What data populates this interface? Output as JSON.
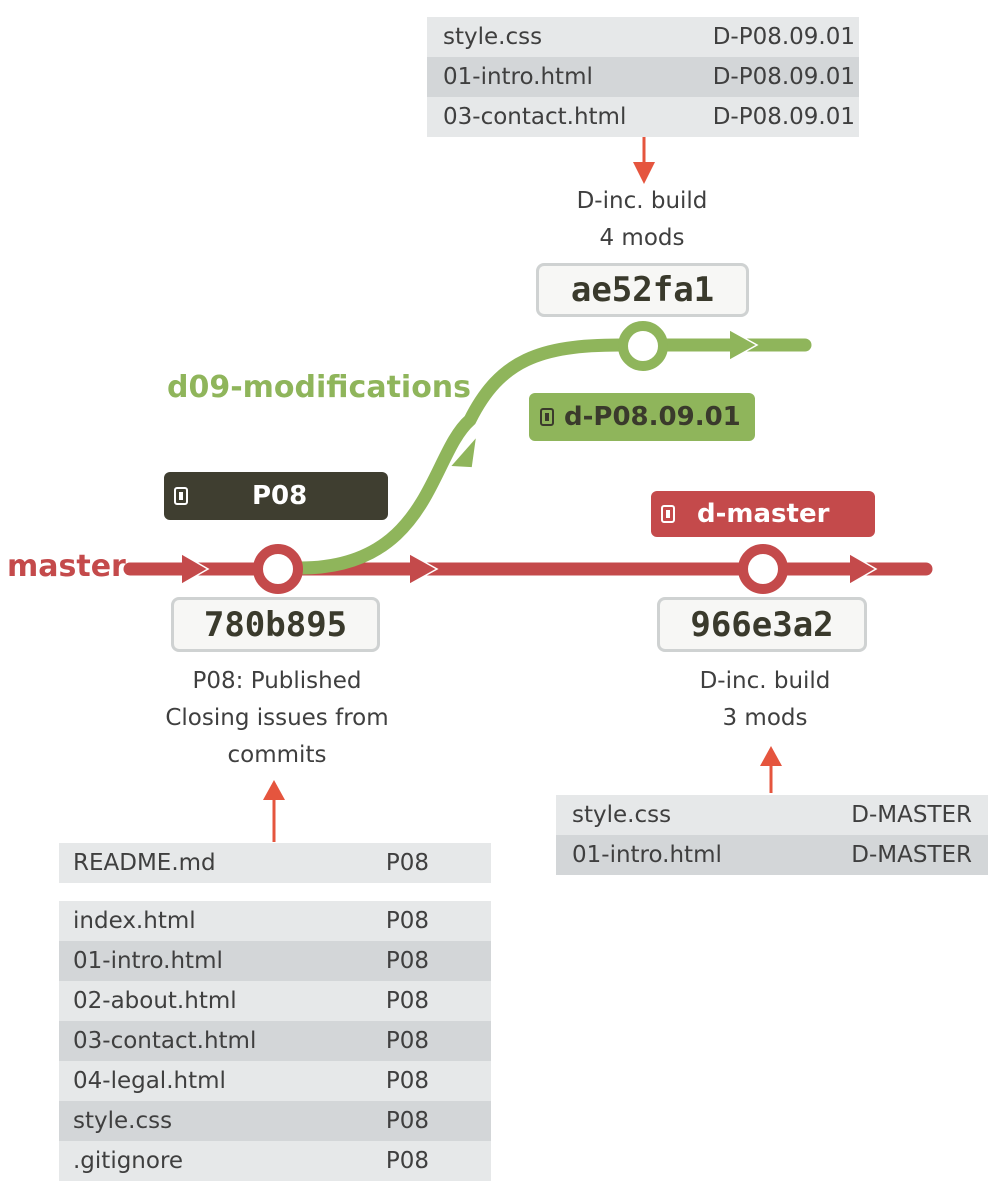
{
  "branches": {
    "master": "master",
    "feature": "d09-modifications"
  },
  "tags": {
    "p08": "P08",
    "d_master": "d-master",
    "d_p08": "d-P08.09.01"
  },
  "commits": {
    "c780": {
      "hash": "780b895",
      "lines": [
        "P08: Published",
        "Closing issues from",
        "commits"
      ]
    },
    "c966": {
      "hash": "966e3a2",
      "lines": [
        "D-inc. build",
        "3 mods"
      ]
    },
    "cae5": {
      "hash": "ae52fa1",
      "lines": [
        "D-inc. build",
        "4 mods"
      ]
    }
  },
  "tables": {
    "top": [
      {
        "file": "style.css",
        "tag": "D-P08.09.01"
      },
      {
        "file": "01-intro.html",
        "tag": "D-P08.09.01"
      },
      {
        "file": "03-contact.html",
        "tag": "D-P08.09.01"
      }
    ],
    "right": [
      {
        "file": "style.css",
        "tag": "D-MASTER"
      },
      {
        "file": "01-intro.html",
        "tag": "D-MASTER"
      }
    ],
    "readme": [
      {
        "file": "README.md",
        "tag": "P08"
      }
    ],
    "files": [
      {
        "file": "index.html",
        "tag": "P08"
      },
      {
        "file": "01-intro.html",
        "tag": "P08"
      },
      {
        "file": "02-about.html",
        "tag": "P08"
      },
      {
        "file": "03-contact.html",
        "tag": "P08"
      },
      {
        "file": "04-legal.html",
        "tag": "P08"
      },
      {
        "file": "style.css",
        "tag": "P08"
      },
      {
        "file": ".gitignore",
        "tag": "P08"
      }
    ]
  },
  "colors": {
    "master": "#c44a4b",
    "feature": "#8fb55b",
    "p08_tag": "#3f3e30",
    "pointer_arrow": "#e5553e",
    "text": "#3f3f3f"
  }
}
